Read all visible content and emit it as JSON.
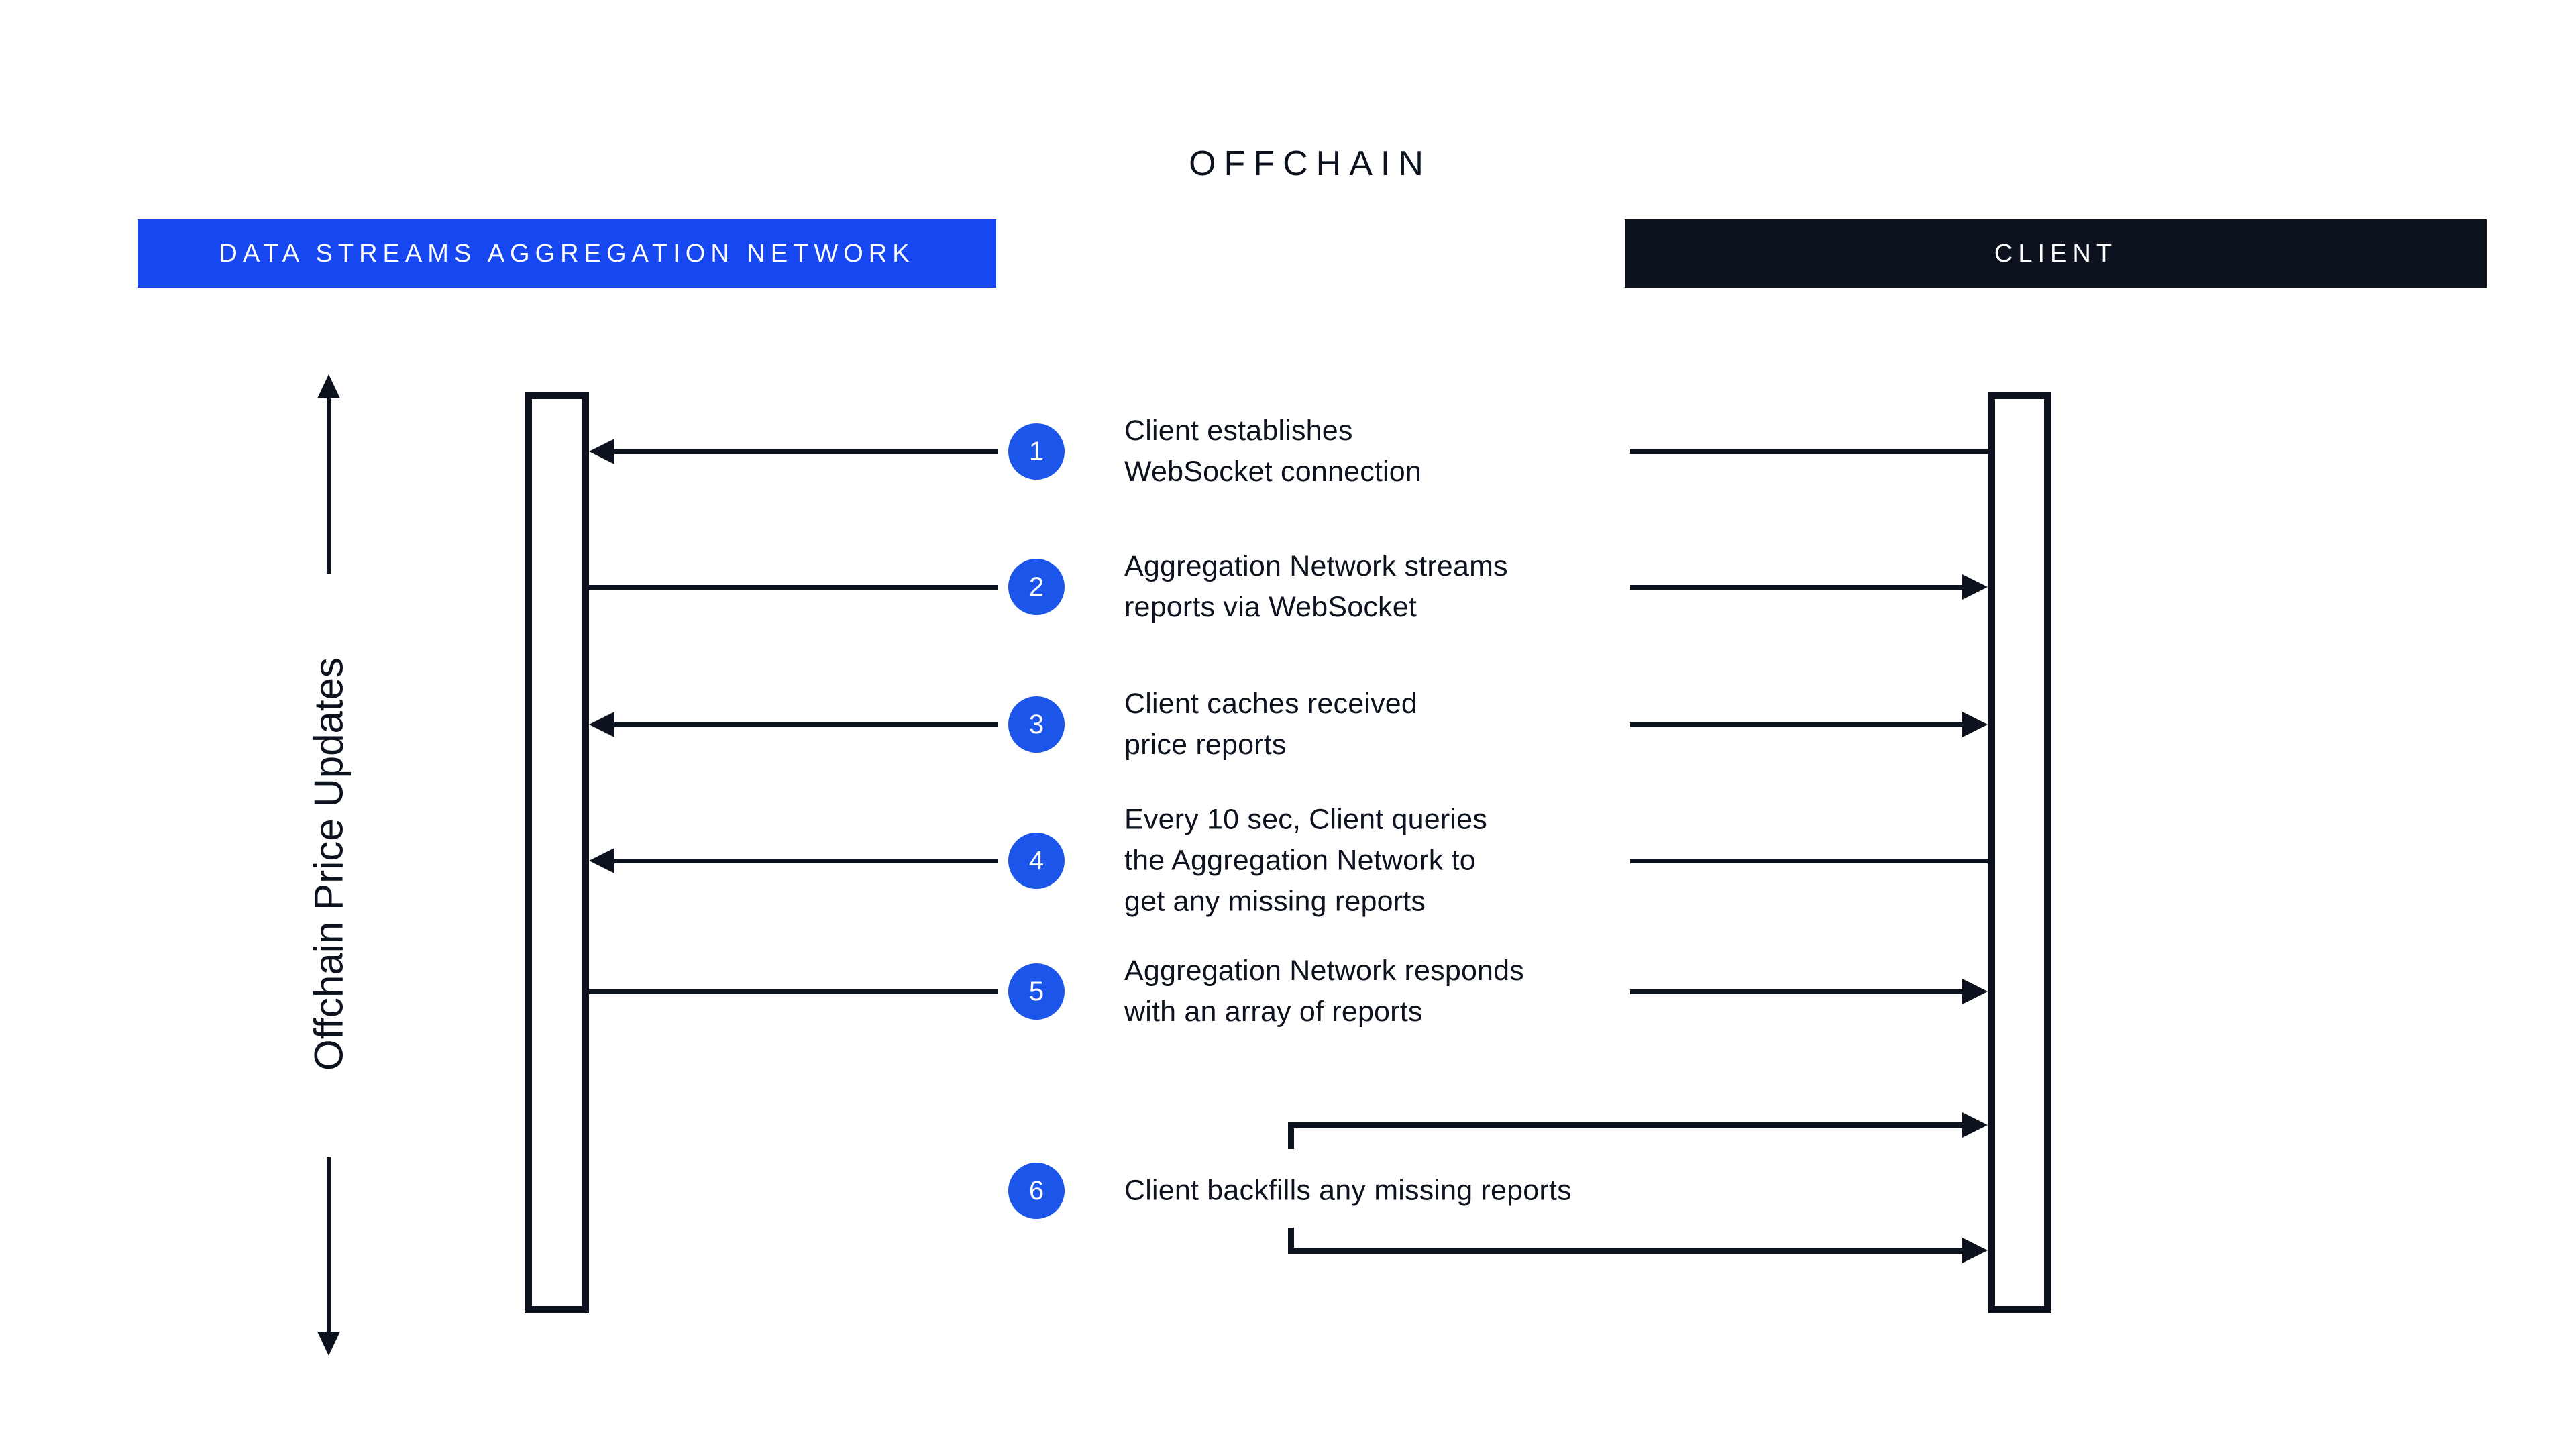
{
  "title": "OFFCHAIN",
  "participants": {
    "network": {
      "label": "DATA STREAMS AGGREGATION NETWORK"
    },
    "client": {
      "label": "CLIENT"
    }
  },
  "axis": {
    "label": "Offchain Price Updates"
  },
  "steps": [
    {
      "number": "1",
      "lines": [
        "Client establishes",
        "WebSocket connection"
      ],
      "left_connector": "arrow-into-network",
      "right_connector": "line-from-client"
    },
    {
      "number": "2",
      "lines": [
        "Aggregation Network streams",
        "reports via WebSocket"
      ],
      "left_connector": "line-from-network",
      "right_connector": "arrow-into-client"
    },
    {
      "number": "3",
      "lines": [
        "Client caches received",
        "price reports"
      ],
      "left_connector": "arrow-into-network",
      "right_connector": "arrow-into-client"
    },
    {
      "number": "4",
      "lines": [
        "Every 10 sec, Client queries",
        "the Aggregation Network to",
        "get any missing reports"
      ],
      "left_connector": "arrow-into-network",
      "right_connector": "line-from-client"
    },
    {
      "number": "5",
      "lines": [
        "Aggregation Network responds",
        "with an array of reports"
      ],
      "left_connector": "line-from-network",
      "right_connector": "arrow-into-client"
    },
    {
      "number": "6",
      "lines": [
        "Client backfills any missing reports"
      ],
      "right_connectors": [
        "elbow-arrow-into-client-top",
        "elbow-arrow-into-client-bottom"
      ]
    }
  ],
  "colors": {
    "accent_blue": "#1747F0",
    "circle_blue": "#1C55E9",
    "ink": "#0C121E",
    "background": "#FFFFFF"
  }
}
